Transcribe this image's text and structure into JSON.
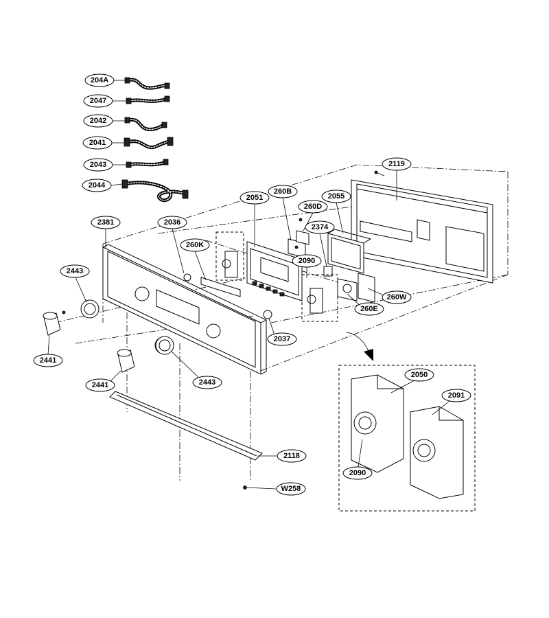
{
  "labels": {
    "l_204A": "204A",
    "l_2047": "2047",
    "l_2042": "2042",
    "l_2041": "2041",
    "l_2043": "2043",
    "l_2044": "2044",
    "l_2119": "2119",
    "l_2051": "2051",
    "l_260B": "260B",
    "l_260D": "260D",
    "l_2055": "2055",
    "l_2374": "2374",
    "l_2381": "2381",
    "l_2036": "2036",
    "l_260K": "260K",
    "l_2090a": "2090",
    "l_2443a": "2443",
    "l_260W": "260W",
    "l_260E": "260E",
    "l_2037": "2037",
    "l_2441a": "2441",
    "l_2441b": "2441",
    "l_2443b": "2443",
    "l_2050": "2050",
    "l_2091": "2091",
    "l_2090b": "2090",
    "l_2118": "2118",
    "l_W258": "W258"
  }
}
